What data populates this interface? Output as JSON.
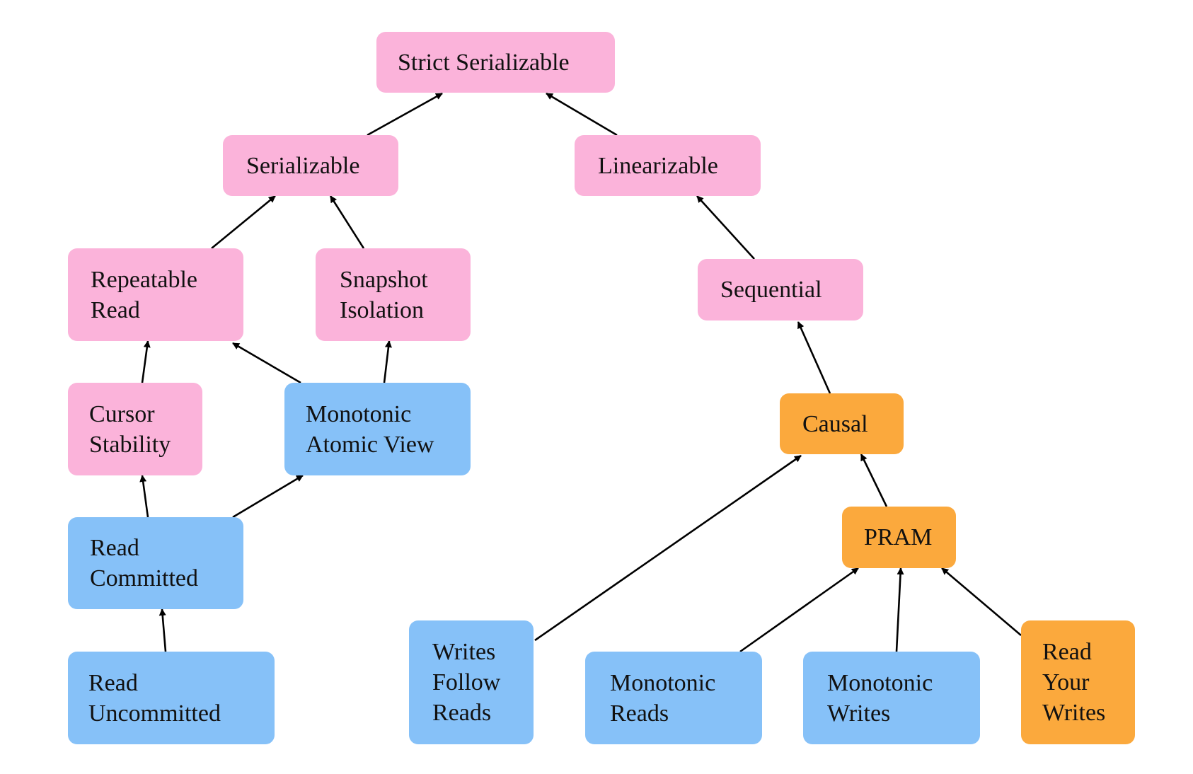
{
  "nodes": {
    "strict_serializable": {
      "label": "Strict Serializable",
      "color": "#fbb3da"
    },
    "serializable": {
      "label": "Serializable",
      "color": "#fbb3da"
    },
    "linearizable": {
      "label": "Linearizable",
      "color": "#fbb3da"
    },
    "repeatable_read": {
      "label": "Repeatable\nRead",
      "color": "#fbb3da"
    },
    "snapshot_isolation": {
      "label": "Snapshot\nIsolation",
      "color": "#fbb3da"
    },
    "sequential": {
      "label": "Sequential",
      "color": "#fbb3da"
    },
    "cursor_stability": {
      "label": "Cursor\nStability",
      "color": "#fbb3da"
    },
    "monotonic_atomic_view": {
      "label": "Monotonic\nAtomic View",
      "color": "#86c1f8"
    },
    "causal": {
      "label": "Causal",
      "color": "#fba93d"
    },
    "read_committed": {
      "label": "Read\nCommitted",
      "color": "#86c1f8"
    },
    "pram": {
      "label": "PRAM",
      "color": "#fba93d"
    },
    "read_uncommitted": {
      "label": "Read\nUncommitted",
      "color": "#86c1f8"
    },
    "writes_follow_reads": {
      "label": "Writes\nFollow\nReads",
      "color": "#86c1f8"
    },
    "monotonic_reads": {
      "label": "Monotonic\nReads",
      "color": "#86c1f8"
    },
    "monotonic_writes": {
      "label": "Monotonic\nWrites",
      "color": "#86c1f8"
    },
    "read_your_writes": {
      "label": "Read\nYour\nWrites",
      "color": "#fba93d"
    }
  },
  "edges": [
    {
      "from": "serializable",
      "to": "strict_serializable"
    },
    {
      "from": "linearizable",
      "to": "strict_serializable"
    },
    {
      "from": "repeatable_read",
      "to": "serializable"
    },
    {
      "from": "snapshot_isolation",
      "to": "serializable"
    },
    {
      "from": "sequential",
      "to": "linearizable"
    },
    {
      "from": "cursor_stability",
      "to": "repeatable_read"
    },
    {
      "from": "monotonic_atomic_view",
      "to": "repeatable_read"
    },
    {
      "from": "monotonic_atomic_view",
      "to": "snapshot_isolation"
    },
    {
      "from": "causal",
      "to": "sequential"
    },
    {
      "from": "read_committed",
      "to": "cursor_stability"
    },
    {
      "from": "read_committed",
      "to": "monotonic_atomic_view"
    },
    {
      "from": "read_uncommitted",
      "to": "read_committed"
    },
    {
      "from": "pram",
      "to": "causal"
    },
    {
      "from": "writes_follow_reads",
      "to": "causal"
    },
    {
      "from": "monotonic_reads",
      "to": "pram"
    },
    {
      "from": "monotonic_writes",
      "to": "pram"
    },
    {
      "from": "read_your_writes",
      "to": "pram"
    }
  ]
}
